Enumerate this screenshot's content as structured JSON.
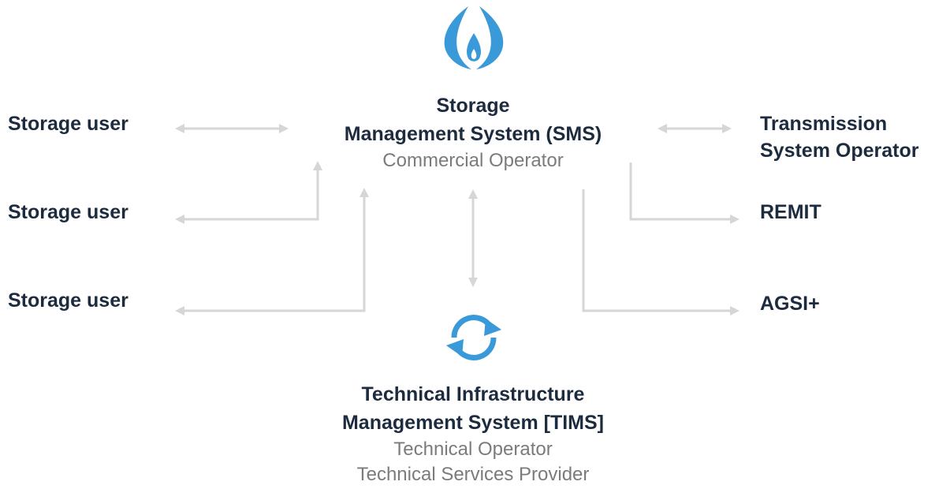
{
  "colors": {
    "accent": "#3a9ad9",
    "text": "#1d2b3e",
    "muted": "#7b7b7b",
    "connector": "#d6d6d6"
  },
  "top_icon": {
    "icon": "flame-drop-icon"
  },
  "bottom_icon": {
    "icon": "sync-arrows-icon"
  },
  "sms": {
    "title_line1": "Storage",
    "title_line2": "Management System (SMS)",
    "subtitle": "Commercial Operator"
  },
  "tims": {
    "title_line1": "Technical Infrastructure",
    "title_line2": "Management System [TIMS]",
    "subtitle_line1": "Technical Operator",
    "subtitle_line2": "Technical Services Provider"
  },
  "left": {
    "storage_user_1": "Storage user",
    "storage_user_2": "Storage user",
    "storage_user_3": "Storage user"
  },
  "right": {
    "tso_line1": "Transmission",
    "tso_line2": "System Operator",
    "remit": "REMIT",
    "agsi": "AGSI+"
  }
}
